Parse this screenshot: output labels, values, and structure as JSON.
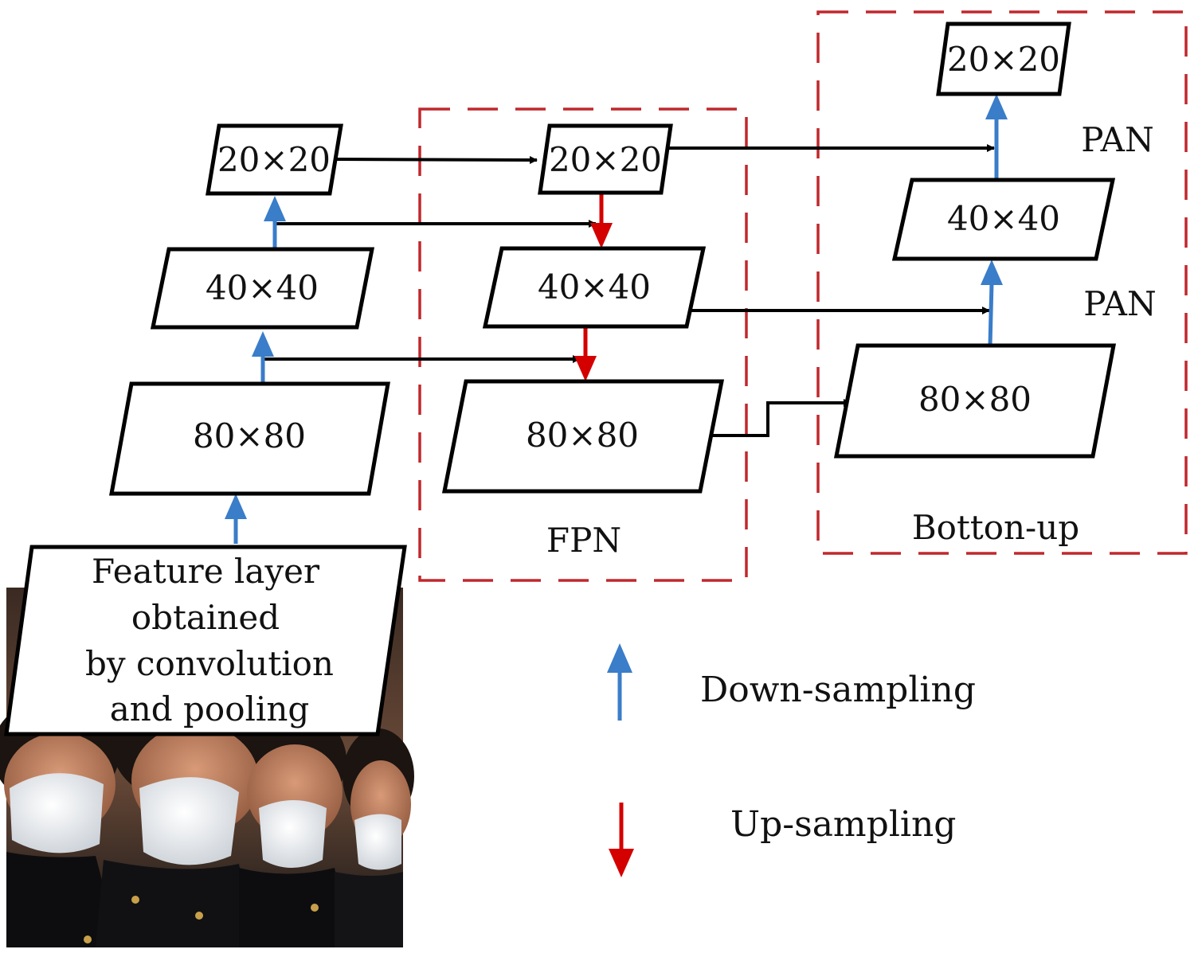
{
  "colors": {
    "downsample": "#3a7dc9",
    "upsample": "#d40000",
    "group_border": "#c0282d",
    "box_border": "#000000",
    "lateral": "#000000"
  },
  "backbone": {
    "n20": "20×20",
    "n40": "40×40",
    "n80": "80×80"
  },
  "fpn": {
    "label": "FPN",
    "n20": "20×20",
    "n40": "40×40",
    "n80": "80×80"
  },
  "bottom_up": {
    "label": "Botton-up",
    "n20": "20×20",
    "n40": "40×40",
    "n80": "80×80",
    "pan_top": "PAN",
    "pan_mid": "PAN"
  },
  "input": {
    "lines": [
      "Feature layer",
      "obtained",
      "by convolution",
      "and pooling"
    ],
    "photo_icon": "masked-students-photo"
  },
  "legend": {
    "down": "Down-sampling",
    "up": "Up-sampling"
  }
}
